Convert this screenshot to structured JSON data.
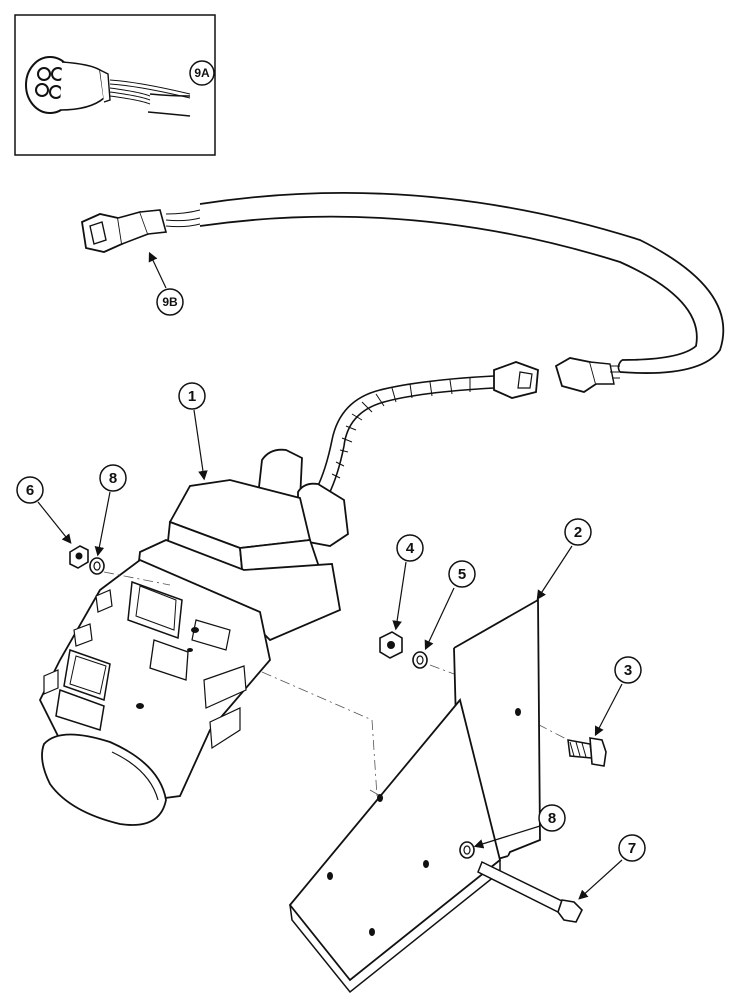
{
  "callouts": {
    "c1": "1",
    "c2": "2",
    "c3": "3",
    "c4": "4",
    "c5": "5",
    "c6": "6",
    "c7": "7",
    "c8_upper": "8",
    "c8_lower": "8",
    "c9a": "9A",
    "c9b": "9B"
  },
  "colors": {
    "ink": "#111111",
    "paper": "#ffffff"
  }
}
